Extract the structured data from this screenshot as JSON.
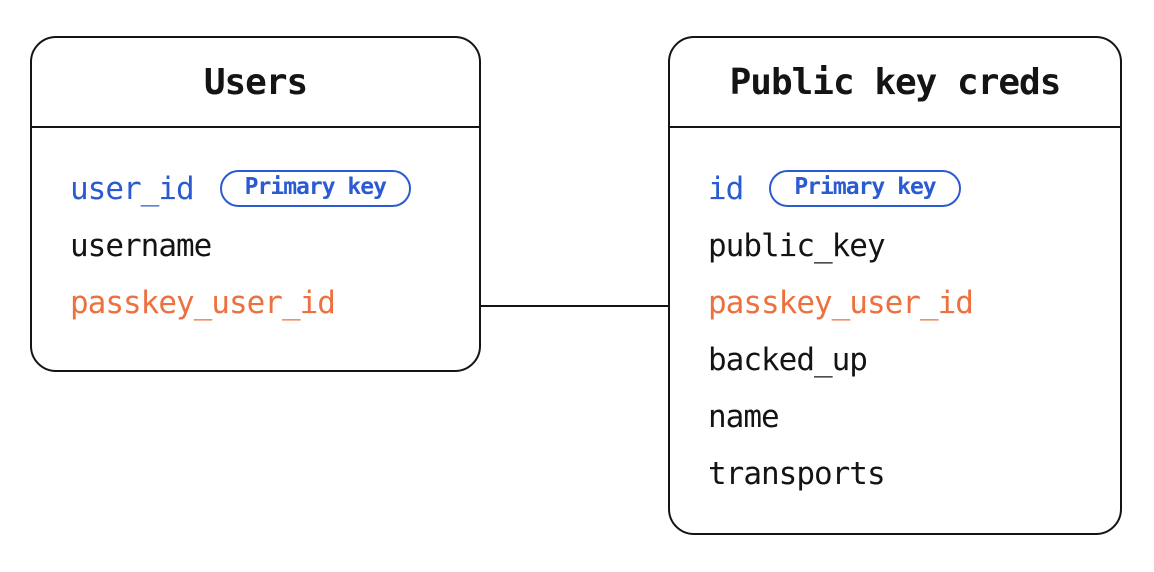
{
  "colors": {
    "blue": "#2a5bd3",
    "orange": "#ed713e",
    "ink": "#141414"
  },
  "tables": [
    {
      "title": "Users",
      "fields": [
        {
          "name": "user_id",
          "color": "blue",
          "badge": "Primary key"
        },
        {
          "name": "username",
          "color": "black"
        },
        {
          "name": "passkey_user_id",
          "color": "orange"
        }
      ]
    },
    {
      "title": "Public key creds",
      "fields": [
        {
          "name": "id",
          "color": "blue",
          "badge": "Primary key"
        },
        {
          "name": "public_key",
          "color": "black"
        },
        {
          "name": "passkey_user_id",
          "color": "orange"
        },
        {
          "name": "backed_up",
          "color": "black"
        },
        {
          "name": "name",
          "color": "black"
        },
        {
          "name": "transports",
          "color": "black"
        }
      ]
    }
  ],
  "relationship": {
    "from": "Users.passkey_user_id",
    "to": "Public key creds.passkey_user_id"
  }
}
